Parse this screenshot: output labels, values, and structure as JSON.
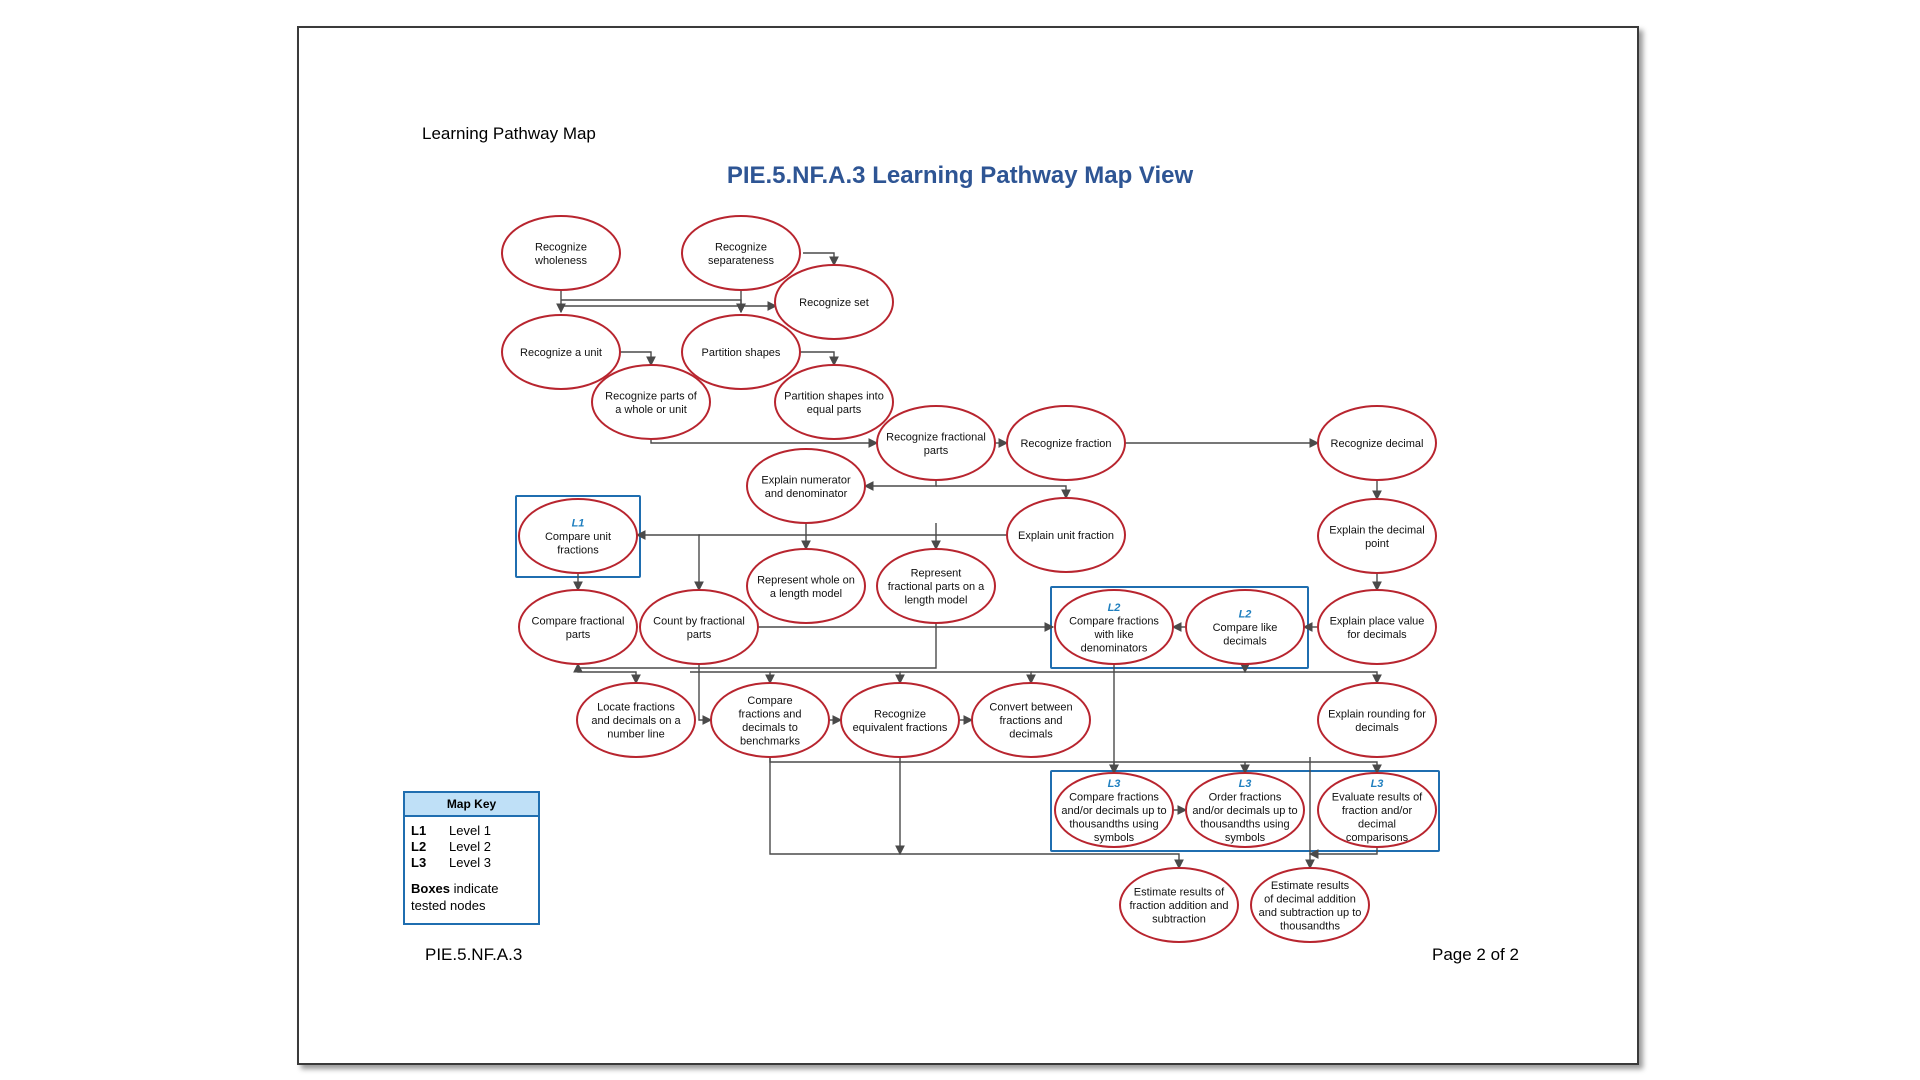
{
  "document": {
    "header": "Learning Pathway Map",
    "title": "PIE.5.NF.A.3 Learning Pathway Map View",
    "footer_left": "PIE.5.NF.A.3",
    "footer_right": "Page 2 of 2"
  },
  "colors": {
    "node_border": "#b8252f",
    "tested_box": "#1f6eb0",
    "level_label": "#1f7fbf",
    "title": "#2e5594",
    "edge": "#4a4a4a"
  },
  "map_key": {
    "title": "Map Key",
    "levels": [
      {
        "code": "L1",
        "label": "Level 1"
      },
      {
        "code": "L2",
        "label": "Level 2"
      },
      {
        "code": "L3",
        "label": "Level 3"
      }
    ],
    "note_bold": "Boxes",
    "note_rest": "indicate",
    "note_line2": "tested nodes"
  },
  "nodes": [
    {
      "id": "wholeness",
      "lines": [
        "Recognize",
        "wholeness"
      ]
    },
    {
      "id": "separateness",
      "lines": [
        "Recognize",
        "separateness"
      ]
    },
    {
      "id": "set",
      "lines": [
        "Recognize set"
      ]
    },
    {
      "id": "unit",
      "lines": [
        "Recognize a unit"
      ]
    },
    {
      "id": "partition",
      "lines": [
        "Partition shapes"
      ]
    },
    {
      "id": "parts_whole",
      "lines": [
        "Recognize parts of",
        "a whole or unit"
      ]
    },
    {
      "id": "equal_parts",
      "lines": [
        "Partition shapes into",
        "equal parts"
      ]
    },
    {
      "id": "frac_parts",
      "lines": [
        "Recognize fractional",
        "parts"
      ]
    },
    {
      "id": "fraction",
      "lines": [
        "Recognize fraction"
      ]
    },
    {
      "id": "decimal",
      "lines": [
        "Recognize decimal"
      ]
    },
    {
      "id": "num_den",
      "lines": [
        "Explain numerator",
        "and denominator"
      ]
    },
    {
      "id": "unit_frac_cmp",
      "level": "L1",
      "lines": [
        "Compare unit",
        "fractions"
      ]
    },
    {
      "id": "unit_frac",
      "lines": [
        "Explain unit fraction"
      ]
    },
    {
      "id": "dec_point",
      "lines": [
        "Explain the decimal",
        "point"
      ]
    },
    {
      "id": "whole_len",
      "lines": [
        "Represent whole on",
        "a length model"
      ]
    },
    {
      "id": "frac_len",
      "lines": [
        "Represent",
        "fractional parts on a",
        "length model"
      ]
    },
    {
      "id": "cmp_frac_parts",
      "lines": [
        "Compare fractional",
        "parts"
      ]
    },
    {
      "id": "count_frac",
      "lines": [
        "Count by fractional",
        "parts"
      ]
    },
    {
      "id": "like_den",
      "level": "L2",
      "lines": [
        "Compare fractions",
        "with like",
        "denominators"
      ]
    },
    {
      "id": "like_dec",
      "level": "L2",
      "lines": [
        "Compare like",
        "decimals"
      ]
    },
    {
      "id": "place_value",
      "lines": [
        "Explain place value",
        "for decimals"
      ]
    },
    {
      "id": "locate",
      "lines": [
        "Locate fractions",
        "and decimals on a",
        "number line"
      ]
    },
    {
      "id": "benchmarks",
      "lines": [
        "Compare",
        "fractions and",
        "decimals to",
        "benchmarks"
      ]
    },
    {
      "id": "equiv",
      "lines": [
        "Recognize",
        "equivalent fractions"
      ]
    },
    {
      "id": "convert",
      "lines": [
        "Convert between",
        "fractions and",
        "decimals"
      ]
    },
    {
      "id": "rounding",
      "lines": [
        "Explain rounding for",
        "decimals"
      ]
    },
    {
      "id": "cmp_thou",
      "level": "L3",
      "lines": [
        "Compare fractions",
        "and/or decimals up to",
        "thousandths using",
        "symbols"
      ]
    },
    {
      "id": "order_thou",
      "level": "L3",
      "lines": [
        "Order fractions",
        "and/or decimals up to",
        "thousandths using",
        "symbols"
      ]
    },
    {
      "id": "evaluate",
      "level": "L3",
      "lines": [
        "Evaluate results of",
        "fraction and/or",
        "decimal",
        "comparisons"
      ]
    },
    {
      "id": "est_frac",
      "lines": [
        "Estimate results of",
        "fraction addition and",
        "subtraction"
      ]
    },
    {
      "id": "est_dec",
      "lines": [
        "Estimate results",
        "of decimal addition",
        "and subtraction up to",
        "thousandths"
      ]
    }
  ]
}
